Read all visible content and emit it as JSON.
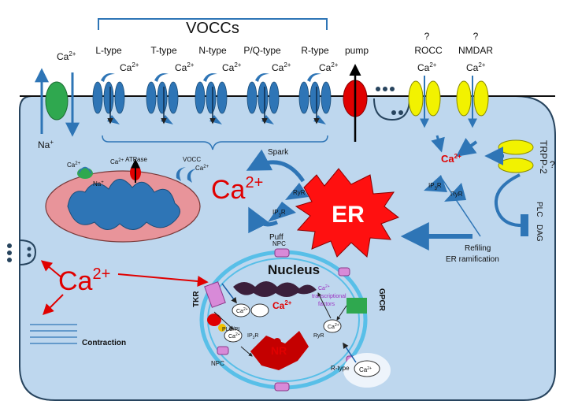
{
  "header": {
    "voccs": "VOCCs",
    "channels": [
      "L-type",
      "T-type",
      "N-type",
      "P/Q-type",
      "R-type"
    ],
    "ca": "Ca",
    "sup": "2+"
  },
  "membrane": {
    "na_exchanger_ca": "Ca",
    "na_label": "Na",
    "na_sup": "+",
    "pump": "pump",
    "rocc_q": "?",
    "rocc": "ROCC",
    "nmdar_q": "?",
    "nmdar": "NMDAR",
    "trpp_q": "?",
    "trpp": "TRPP-2",
    "plc": "PLC",
    "dag": "DAG"
  },
  "mito": {
    "ca": "Ca",
    "na": "Na",
    "atpase": "ATPase",
    "vocc": "VOCC"
  },
  "er": {
    "spark": "Spark",
    "puff": "Puff",
    "er_label": "ER",
    "ryr": "RyR",
    "ip3r": "IP",
    "ip3_sub": "3",
    "r_suffix": "R",
    "refilling": "Refiling",
    "ramification": "ER ramification"
  },
  "cytosol": {
    "big_ca": "Ca",
    "contraction": "Contraction"
  },
  "nucleus": {
    "title": "Nucleus",
    "npc_top": "NPC",
    "npc_bottom": "NPC",
    "tkr": "TKR",
    "gpcr": "GPCR",
    "nr": "NR",
    "tf_line1": "Ca",
    "tf_line2": "transcriptional",
    "tf_line3": "factors",
    "plc_pi": "PLC/PI",
    "r_type": "R-type",
    "ryr": "RyR",
    "ip3r": "IP"
  },
  "colors": {
    "cell_fill": "#bed7ee",
    "cell_stroke": "#27445e",
    "channel": "#2e75b6",
    "green": "#2fa84f",
    "red": "#e00000",
    "yellow": "#f2f200",
    "mito_fill": "#e8949a",
    "er_red": "#ff1010",
    "nucleus_ring": "#58bfe8"
  }
}
